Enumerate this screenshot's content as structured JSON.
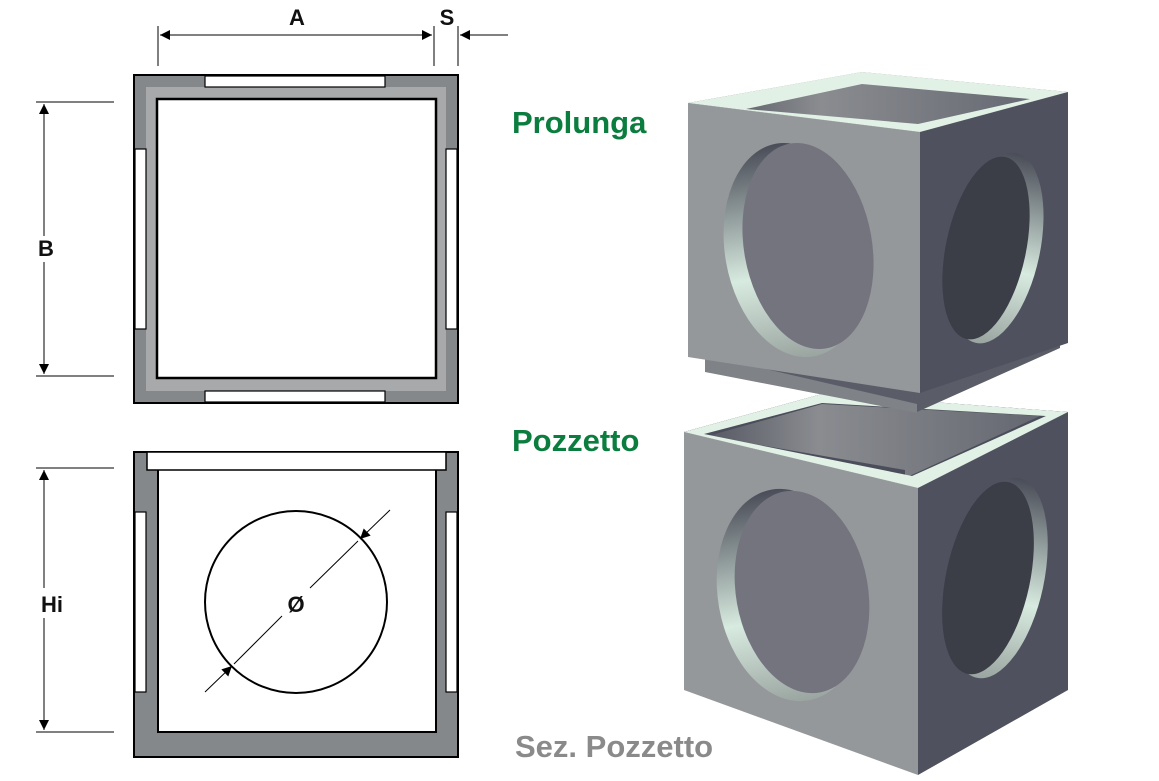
{
  "dimensions": {
    "a": "A",
    "s": "S",
    "b": "B",
    "hi": "Hi",
    "diameter": "Ø"
  },
  "labels": {
    "prolunga": "Prolunga",
    "pozzetto": "Pozzetto",
    "section": "Sez. Pozzetto"
  },
  "colors": {
    "label_green": "#0b7d3e",
    "label_gray": "#8a8a8a",
    "wall_dark": "#85888b",
    "wall_light": "#a7a9ab"
  }
}
